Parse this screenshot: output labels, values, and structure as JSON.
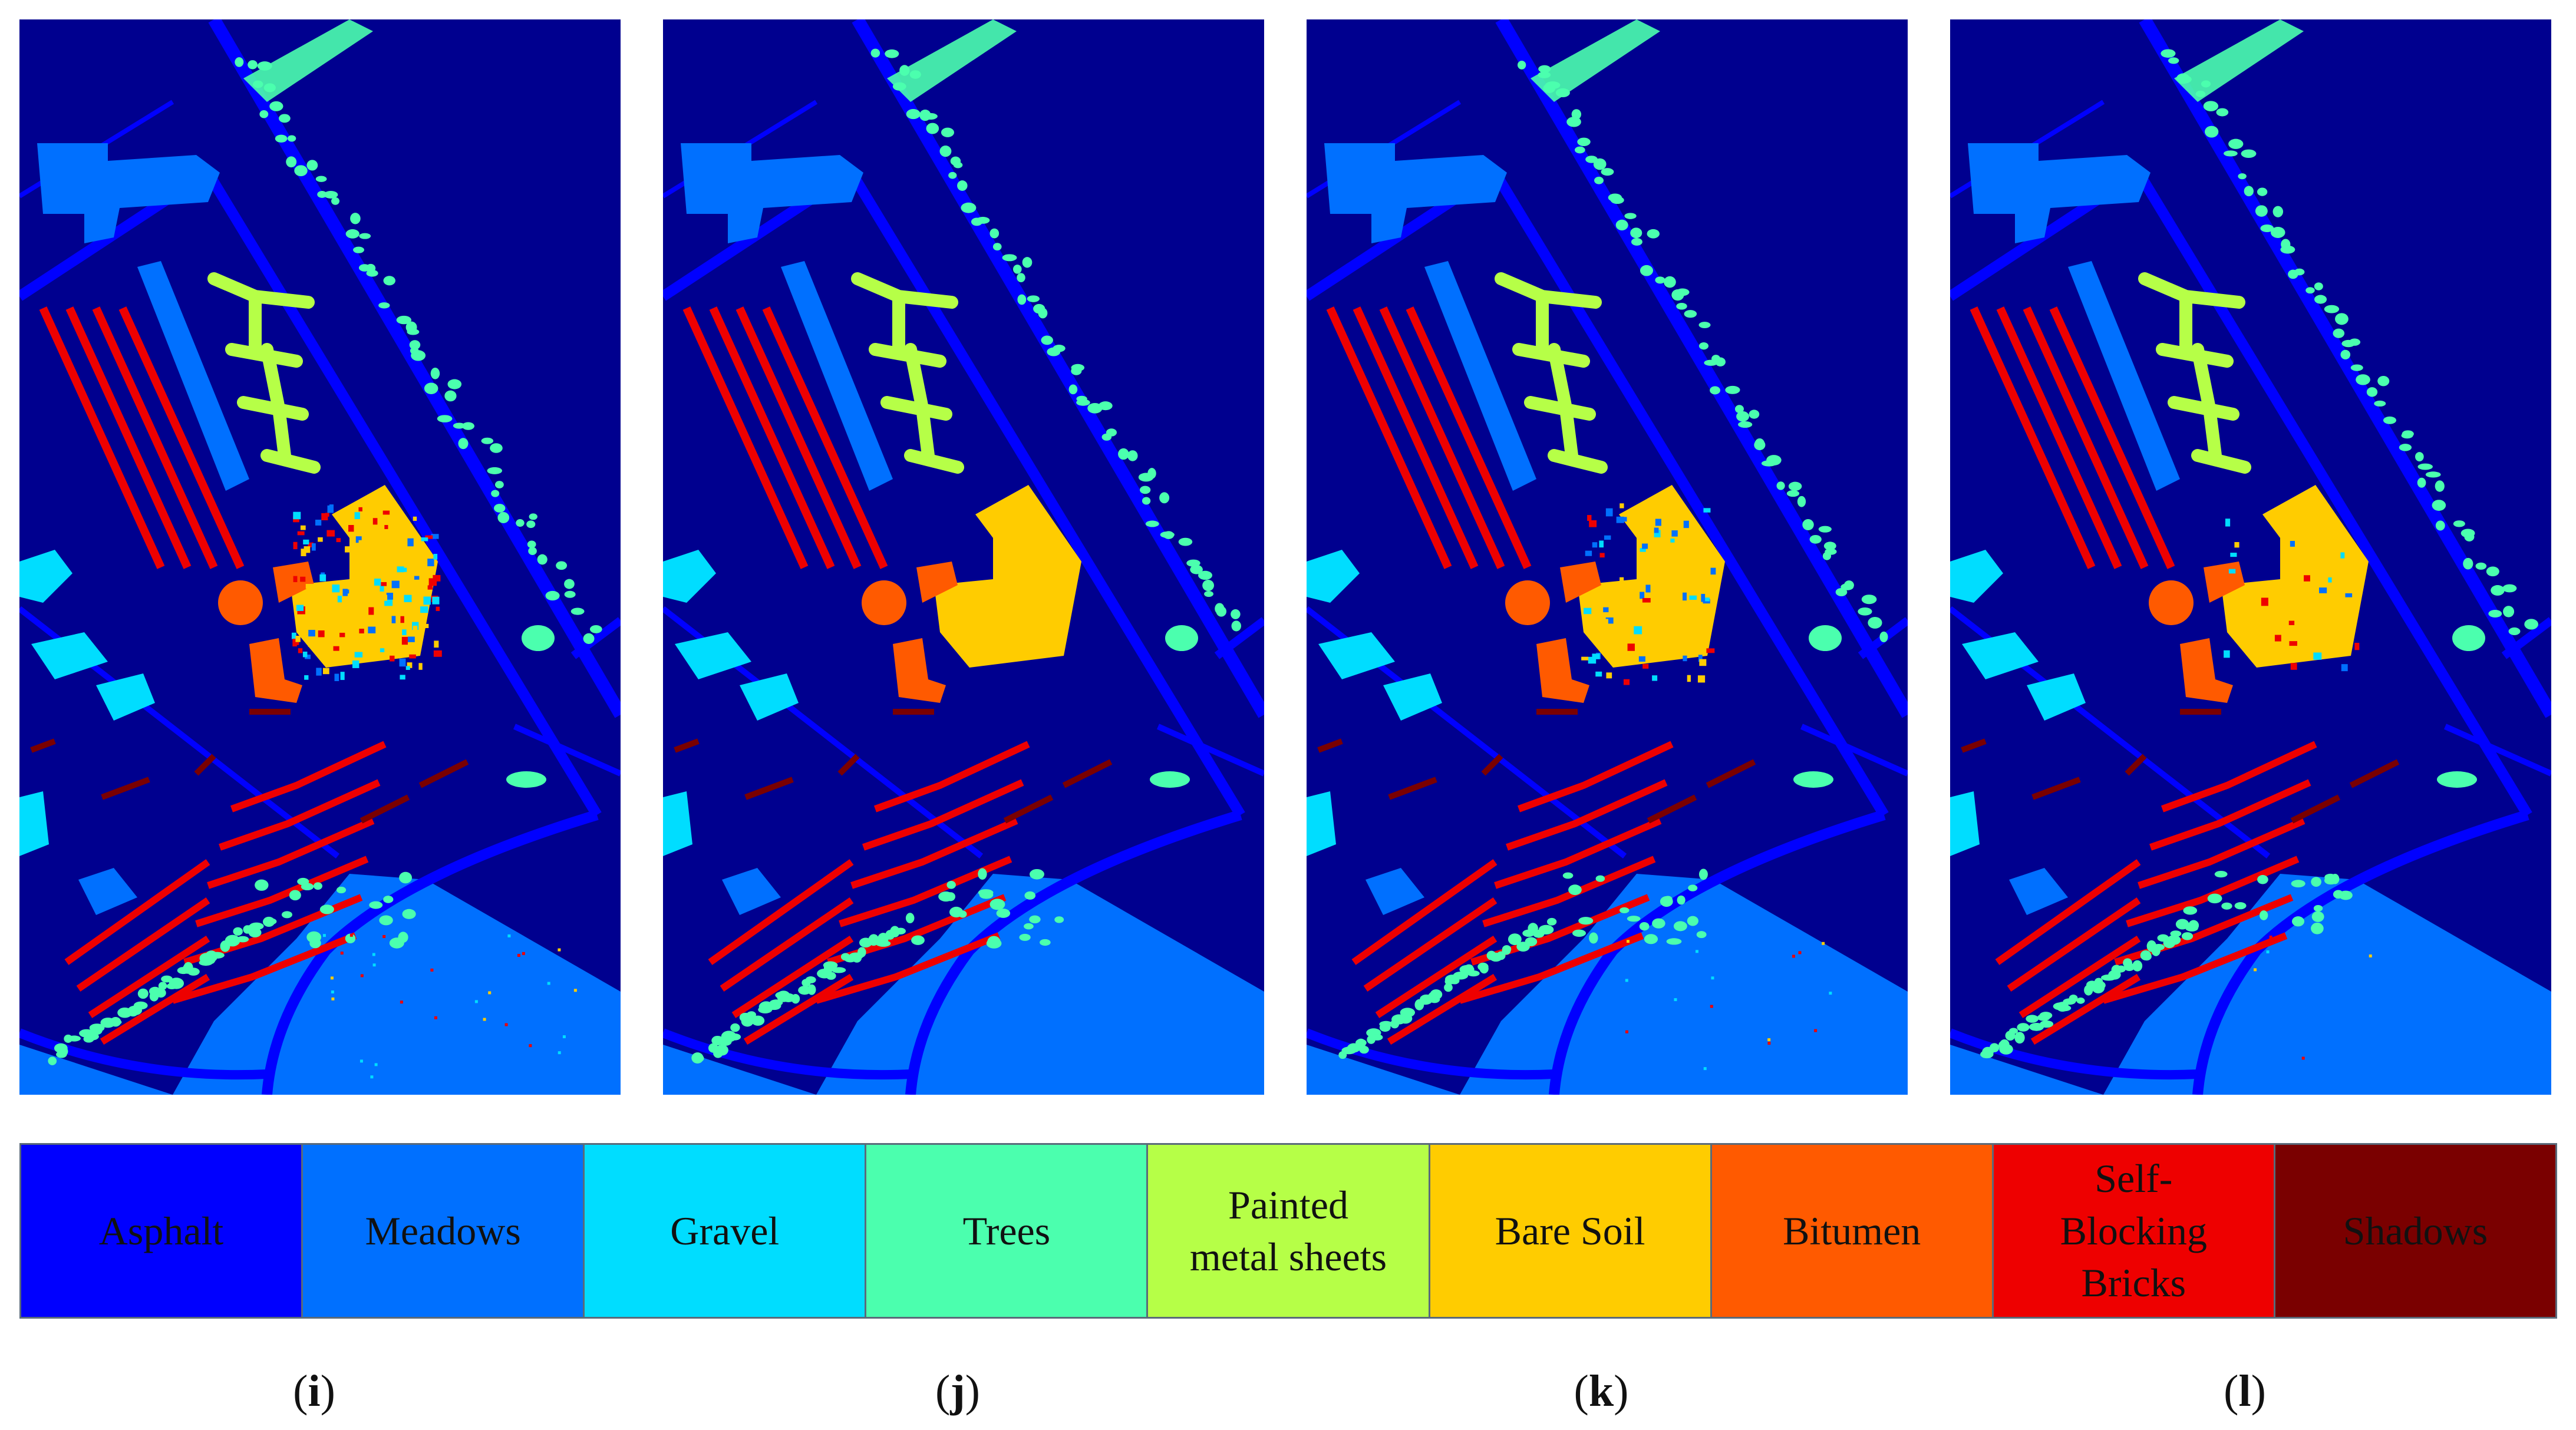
{
  "colors": {
    "background": "#00008F",
    "Asphalt": "#0000FF",
    "Meadows": "#0070FF",
    "Gravel": "#00DDFF",
    "Trees": "#4BFFAE",
    "Painted metal sheets": "#B6FF47",
    "Bare Soil": "#FFCC00",
    "Bitumen": "#FF5A00",
    "Self-Blocking Bricks": "#EE0000",
    "Shadows": "#7A0000"
  },
  "panels": [
    {
      "id": "i",
      "noise": "high"
    },
    {
      "id": "j",
      "noise": "none"
    },
    {
      "id": "k",
      "noise": "medium"
    },
    {
      "id": "l",
      "noise": "low"
    }
  ],
  "legend": [
    {
      "label": "Asphalt",
      "color": "#0000FF"
    },
    {
      "label": "Meadows",
      "color": "#0070FF"
    },
    {
      "label": "Gravel",
      "color": "#00DDFF"
    },
    {
      "label": "Trees",
      "color": "#4BFFAE"
    },
    {
      "label": "Painted\nmetal sheets",
      "color": "#B6FF47"
    },
    {
      "label": "Bare Soil",
      "color": "#FFCC00"
    },
    {
      "label": "Bitumen",
      "color": "#FF5A00"
    },
    {
      "label": "Self-\nBlocking\nBricks",
      "color": "#EE0000"
    },
    {
      "label": "Shadows",
      "color": "#7A0000"
    }
  ],
  "captions": {
    "i": {
      "open": "(",
      "letter": "i",
      "close": ")"
    },
    "j": {
      "open": "(",
      "letter": "j",
      "close": ")"
    },
    "k": {
      "open": "(",
      "letter": "k",
      "close": ")"
    },
    "l": {
      "open": "(",
      "letter": "l",
      "close": ")"
    }
  }
}
